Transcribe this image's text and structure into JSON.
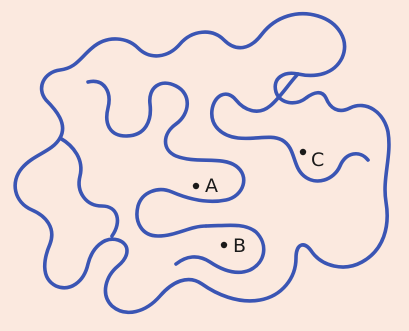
{
  "diagram": {
    "curve_color": "#3a55b4",
    "ink_color": "#1a1a1a",
    "background": "#fbe9df",
    "points": [
      {
        "id": "a",
        "label": "A"
      },
      {
        "id": "b",
        "label": "B"
      },
      {
        "id": "c",
        "label": "C"
      }
    ]
  }
}
